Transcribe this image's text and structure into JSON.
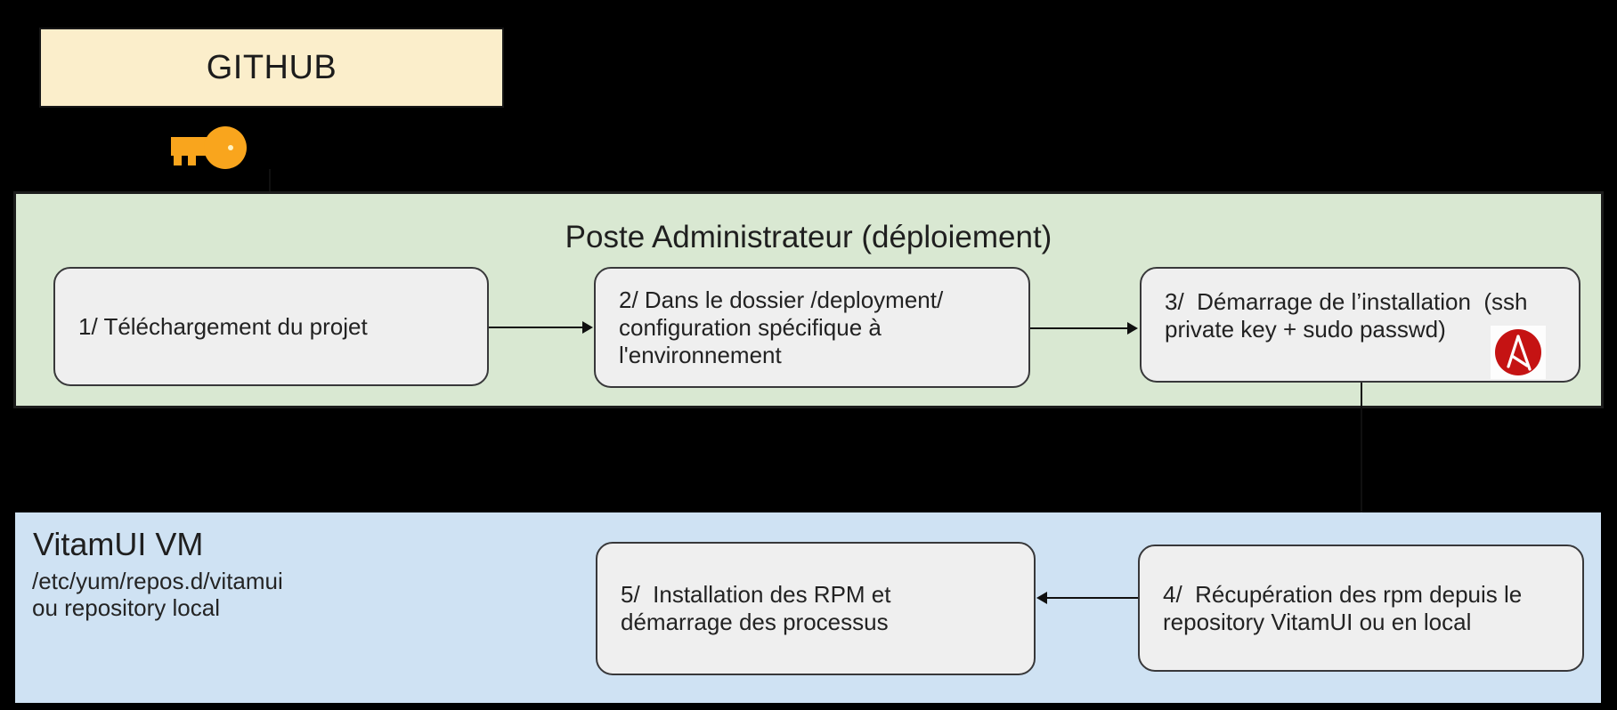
{
  "colors": {
    "background": "#000000",
    "github_fill": "#fbeecb",
    "admin_panel_fill": "#d9e8d2",
    "vm_panel_fill": "#cfe2f3",
    "step_box_fill": "#efefef",
    "connector": "#101010",
    "key_icon_orange": "#f9a51d",
    "ansible_red": "#c51313"
  },
  "github": {
    "label": "GITHUB"
  },
  "admin_panel": {
    "title": "Poste Administrateur (déploiement)",
    "step1": {
      "lines": [
        "1/ Téléchargement du projet"
      ]
    },
    "step2": {
      "lines": [
        "2/ Dans le dossier /deployment/",
        "configuration spécifique à",
        "l'environnement"
      ]
    },
    "step3": {
      "lines": [
        "3/  Démarrage de l’installation  (ssh",
        "private key + sudo passwd)"
      ]
    }
  },
  "vm_panel": {
    "title": "VitamUI VM",
    "subtitle_lines": [
      "/etc/yum/repos.d/vitamui",
      "ou repository local"
    ],
    "step4": {
      "lines": [
        "4/  Récupération des rpm depuis le",
        "repository VitamUI ou en local"
      ]
    },
    "step5": {
      "lines": [
        "5/  Installation des RPM et",
        "démarrage des processus"
      ]
    }
  },
  "icons": {
    "key": "key-icon",
    "ansible": "ansible-logo"
  }
}
